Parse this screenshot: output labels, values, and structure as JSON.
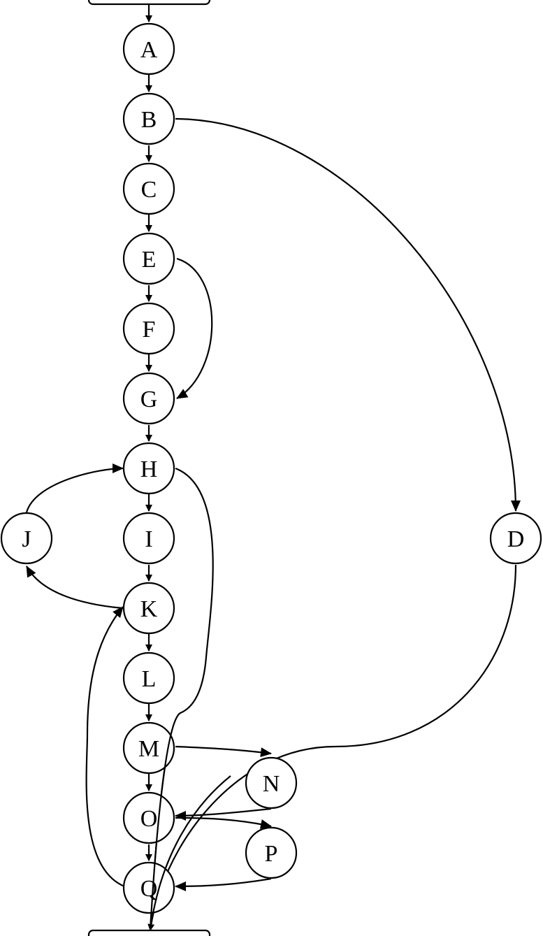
{
  "diagram": {
    "type": "directed-graph",
    "stroke_color": "#000000",
    "background": "#ffffff",
    "nodes": [
      {
        "id": "A",
        "label": "A"
      },
      {
        "id": "B",
        "label": "B"
      },
      {
        "id": "C",
        "label": "C"
      },
      {
        "id": "E",
        "label": "E"
      },
      {
        "id": "F",
        "label": "F"
      },
      {
        "id": "G",
        "label": "G"
      },
      {
        "id": "H",
        "label": "H"
      },
      {
        "id": "I",
        "label": "I"
      },
      {
        "id": "J",
        "label": "J"
      },
      {
        "id": "D",
        "label": "D"
      },
      {
        "id": "K",
        "label": "K"
      },
      {
        "id": "L",
        "label": "L"
      },
      {
        "id": "M",
        "label": "M"
      },
      {
        "id": "N",
        "label": "N"
      },
      {
        "id": "O",
        "label": "O"
      },
      {
        "id": "P",
        "label": "P"
      },
      {
        "id": "Q",
        "label": "Q"
      }
    ],
    "edges": [
      {
        "from": "start",
        "to": "A"
      },
      {
        "from": "A",
        "to": "B"
      },
      {
        "from": "B",
        "to": "C"
      },
      {
        "from": "B",
        "to": "D"
      },
      {
        "from": "C",
        "to": "E"
      },
      {
        "from": "E",
        "to": "F"
      },
      {
        "from": "E",
        "to": "G"
      },
      {
        "from": "F",
        "to": "G"
      },
      {
        "from": "G",
        "to": "H"
      },
      {
        "from": "H",
        "to": "I"
      },
      {
        "from": "H",
        "to": "Q"
      },
      {
        "from": "J",
        "to": "H"
      },
      {
        "from": "K",
        "to": "J"
      },
      {
        "from": "I",
        "to": "K"
      },
      {
        "from": "K",
        "to": "L"
      },
      {
        "from": "L",
        "to": "M"
      },
      {
        "from": "M",
        "to": "N"
      },
      {
        "from": "M",
        "to": "O"
      },
      {
        "from": "N",
        "to": "O"
      },
      {
        "from": "O",
        "to": "P"
      },
      {
        "from": "O",
        "to": "Q"
      },
      {
        "from": "P",
        "to": "Q"
      },
      {
        "from": "Q",
        "to": "K"
      },
      {
        "from": "D",
        "to": "end"
      }
    ]
  }
}
